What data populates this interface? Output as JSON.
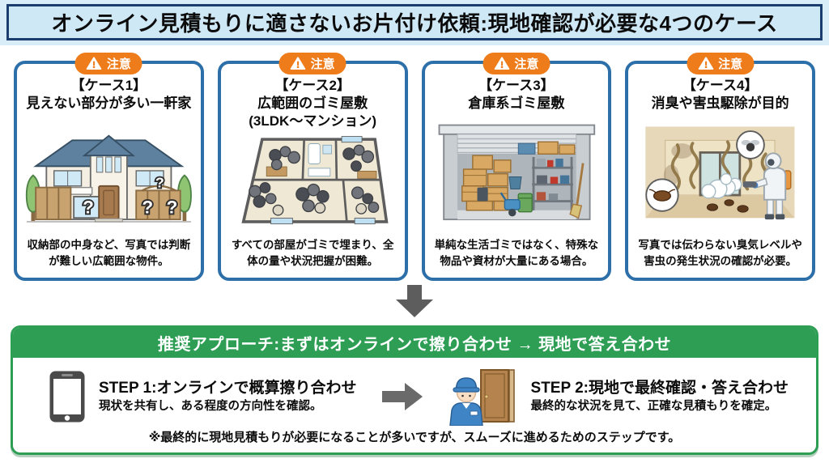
{
  "page": {
    "title": "オンライン見積もりに適さないお片付け依頼:現地確認が必要な4つのケース"
  },
  "warning_badge": {
    "label": "注意",
    "icon": "warning-triangle-icon",
    "color": "#ee7c1b"
  },
  "cases": [
    {
      "label": "【ケース1】",
      "heading": "見えない部分が多い一軒家",
      "heading2": "",
      "description": "収納部の中身など、写真では判断が難しい広範囲な物件。",
      "illustration": "house-with-question-marks"
    },
    {
      "label": "【ケース2】",
      "heading": "広範囲のゴミ屋敷",
      "heading2": "(3LDK〜マンション)",
      "description": "すべての部屋がゴミで埋まり、全体の量や状況把握が困難。",
      "illustration": "trash-filled-floorplan"
    },
    {
      "label": "【ケース3】",
      "heading": "倉庫系ゴミ屋敷",
      "heading2": "",
      "description": "単純な生活ゴミではなく、特殊な物品や資材が大量にある場合。",
      "illustration": "storage-garage"
    },
    {
      "label": "【ケース4】",
      "heading": "消臭や害虫駆除が目的",
      "heading2": "",
      "description": "写真では伝わらない臭気レベルや害虫の発生状況の確認が必要。",
      "illustration": "pest-control-room"
    }
  ],
  "recommendation": {
    "header": "推奨アプローチ:まずはオンラインで擦り合わせ → 現地で答え合わせ",
    "steps": [
      {
        "title": "STEP 1:オンラインで概算擦り合わせ",
        "subtitle": "現状を共有し、ある程度の方向性を確認。",
        "icon": "smartphone-icon"
      },
      {
        "title": "STEP 2:現地で最終確認・答え合わせ",
        "subtitle": "最終的な状況を見て、正確な見積もりを確定。",
        "icon": "worker-at-door-icon"
      }
    ],
    "note": "※最終的に現地見積もりが必要になることが多いですが、スムーズに進めるためのステップです。"
  },
  "colors": {
    "title_bg": "#cfe8f6",
    "title_border": "#1c3e6e",
    "card_border": "#2d6fa8",
    "badge_orange": "#ee7c1b",
    "green": "#2e9e55",
    "arrow_gray": "#5d5d5d"
  }
}
